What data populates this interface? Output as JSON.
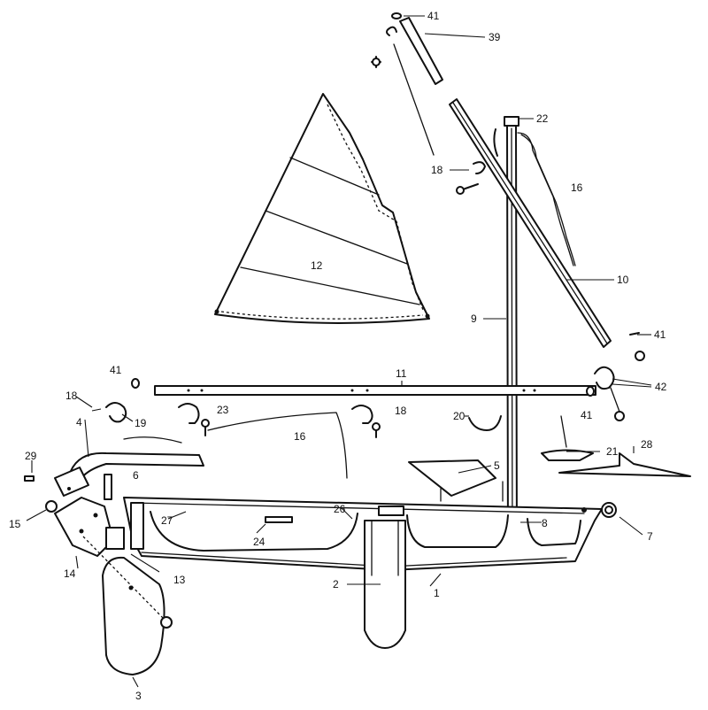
{
  "callouts": {
    "c1": "1",
    "c2": "2",
    "c3": "3",
    "c4": "4",
    "c5": "5",
    "c6": "6",
    "c7": "7",
    "c8": "8",
    "c9": "9",
    "c10": "10",
    "c11": "11",
    "c12": "12",
    "c13": "13",
    "c14": "14",
    "c15": "15",
    "c16a": "16",
    "c16b": "16",
    "c18a": "18",
    "c18b": "18",
    "c18c": "18",
    "c19": "19",
    "c20": "20",
    "c21": "21",
    "c22": "22",
    "c23": "23",
    "c24": "24",
    "c26": "26",
    "c27": "27",
    "c28": "28",
    "c29": "29",
    "c39": "39",
    "c41a": "41",
    "c41b": "41",
    "c41c": "41",
    "c41d": "41",
    "c42": "42"
  }
}
